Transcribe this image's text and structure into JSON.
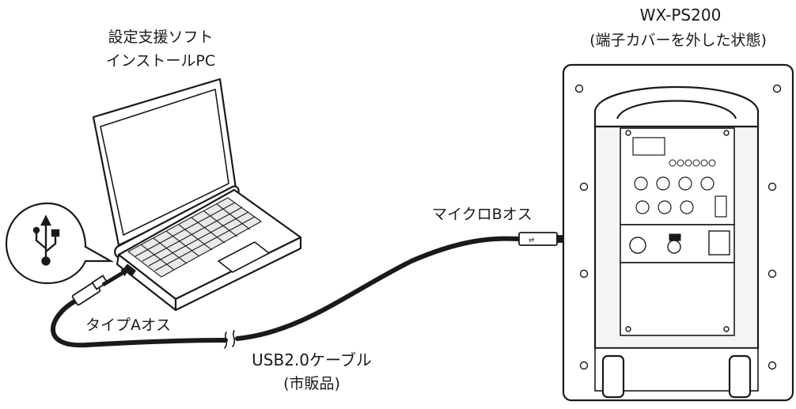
{
  "pc": {
    "label_line1": "設定支援ソフト",
    "label_line2": "インストールPC"
  },
  "device": {
    "model": "WX-PS200",
    "note": "(端子カバーを外した状態)"
  },
  "connectors": {
    "micro_b": "マイクロBオス",
    "type_a": "タイプAオス"
  },
  "cable": {
    "name": "USB2.0ケーブル",
    "note": "(市販品)"
  },
  "colors": {
    "ink": "#1a1a1a",
    "laptop_face": "#ffffff",
    "device_face": "#ffffff",
    "panel_face": "#f4f4f4"
  },
  "icons": {
    "usb_callout": "usb-icon"
  }
}
